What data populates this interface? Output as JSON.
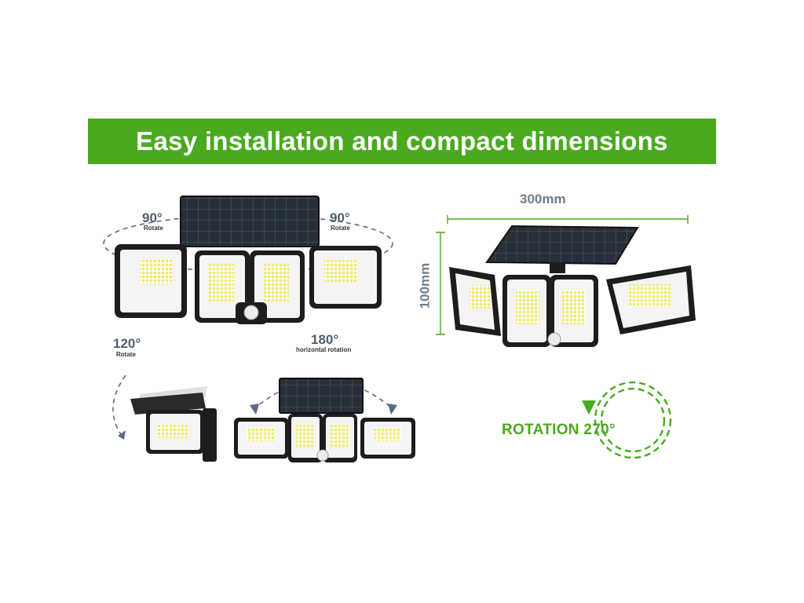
{
  "banner": {
    "title": "Easy installation and compact dimensions",
    "color": "#4aaa1f"
  },
  "top_left": {
    "left_angle": "90°",
    "left_caption": "Rotate",
    "right_angle": "90°",
    "right_caption": "Rotate"
  },
  "bottom_left": {
    "angle": "120°",
    "caption": "Rotate"
  },
  "bottom_mid": {
    "angle": "180°",
    "caption": "horizontal rotation"
  },
  "dimensions": {
    "width": "300mm",
    "height": "100mm"
  },
  "rotation": {
    "label": "ROTATION 270°",
    "color": "#4aaa1f"
  },
  "icons": [
    "solar-panel-icon",
    "led-panel-icon",
    "motion-sensor-icon",
    "rotation-arrow-icon"
  ]
}
